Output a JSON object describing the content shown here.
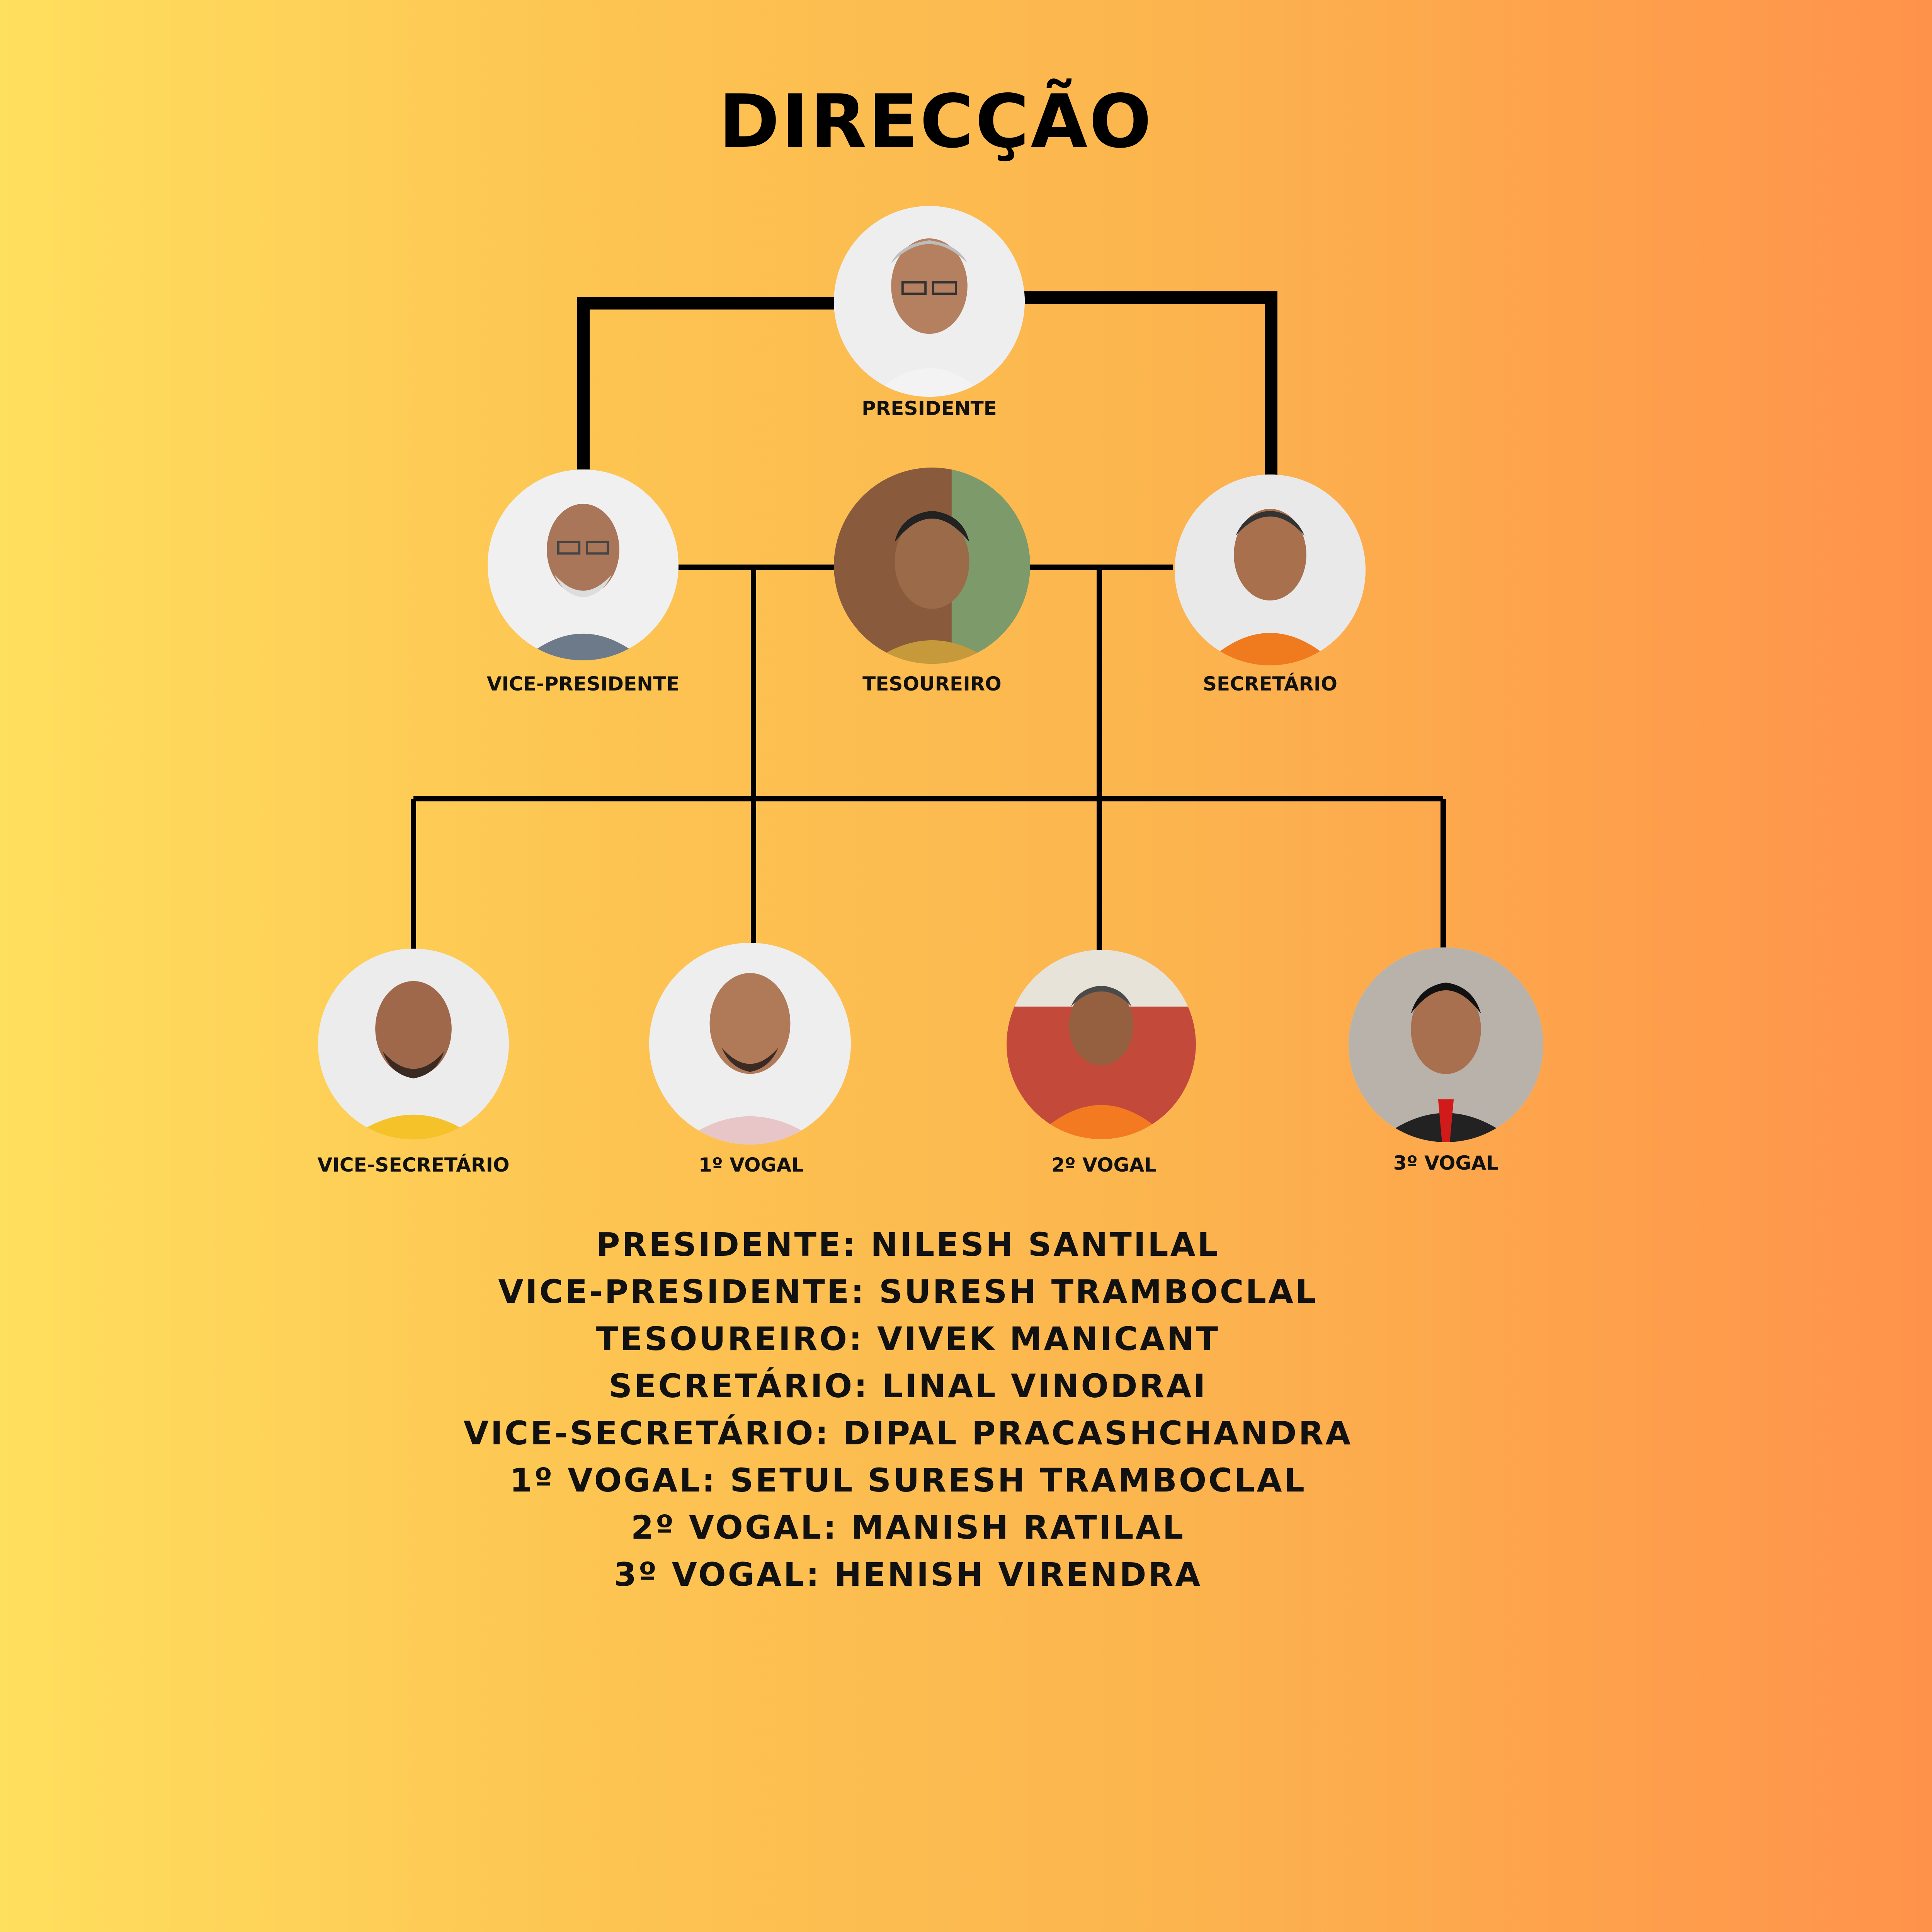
{
  "title": "DIRECÇÃO",
  "roles": {
    "presidente": "PRESIDENTE",
    "vice_presidente": "VICE-PRESIDENTE",
    "tesoureiro": "TESOUREIRO",
    "secretario": "SECRETÁRIO",
    "vice_secretario": "VICE-SECRETÁRIO",
    "vogal_1": "1º VOGAL",
    "vogal_2": "2º VOGAL",
    "vogal_3": "3º VOGAL"
  },
  "members": [
    "PRESIDENTE: NILESH SANTILAL",
    "VICE-PRESIDENTE: SURESH TRAMBOCLAL",
    "TESOUREIRO: VIVEK MANICANT",
    "SECRETÁRIO: LINAL VINODRAI",
    "VICE-SECRETÁRIO: DIPAL PRACASHCHANDRA",
    "1º VOGAL: SETUL SURESH TRAMBOCLAL",
    "2º VOGAL: MANISH RATILAL",
    "3º VOGAL: HENISH VIRENDRA"
  ],
  "colors": {
    "gradient_left": "#ffdf5e",
    "gradient_right": "#ff924b",
    "lines": "#000000",
    "text": "#111111"
  },
  "icons": {
    "portrait": "person-photo-icon"
  }
}
